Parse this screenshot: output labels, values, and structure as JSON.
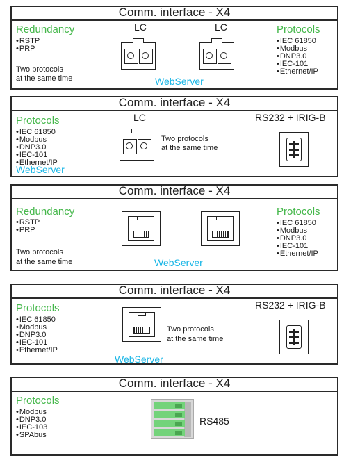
{
  "panels": [
    {
      "title": "Comm. interface - X4",
      "left_header": "Redundancy",
      "left_items": [
        "RSTP",
        "PRP"
      ],
      "left_note": [
        "Two protocols",
        "at the same time"
      ],
      "connector_labels": [
        "LC",
        "LC"
      ],
      "webserver": "WebServer",
      "right_header": "Protocols",
      "right_items": [
        "IEC 61850",
        "Modbus",
        "DNP3.0",
        "IEC-101",
        "Ethernet/IP"
      ]
    },
    {
      "title": "Comm. interface - X4",
      "left_header": "Protocols",
      "left_items": [
        "IEC 61850",
        "Modbus",
        "DNP3.0",
        "IEC-101",
        "Ethernet/IP"
      ],
      "connector_label": "LC",
      "note": [
        "Two protocols",
        "at the same time"
      ],
      "webserver": "WebServer",
      "right_label": "RS232 + IRIG-B"
    },
    {
      "title": "Comm. interface - X4",
      "left_header": "Redundancy",
      "left_items": [
        "RSTP",
        "PRP"
      ],
      "left_note": [
        "Two protocols",
        "at the same time"
      ],
      "webserver": "WebServer",
      "right_header": "Protocols",
      "right_items": [
        "IEC 61850",
        "Modbus",
        "DNP3.0",
        "IEC-101",
        "Ethernet/IP"
      ]
    },
    {
      "title": "Comm. interface - X4",
      "left_header": "Protocols",
      "left_items": [
        "IEC 61850",
        "Modbus",
        "DNP3.0",
        "IEC-101",
        "Ethernet/IP"
      ],
      "note": [
        "Two protocols",
        "at the same time"
      ],
      "webserver": "WebServer",
      "right_label": "RS232 + IRIG-B"
    },
    {
      "title": "Comm. interface - X4",
      "left_header": "Protocols",
      "left_items": [
        "Modbus",
        "DNP3.0",
        "IEC-103",
        "SPAbus"
      ],
      "connector_label": "RS485"
    }
  ],
  "colors": {
    "green": "#44b74a",
    "cyan": "#19b6e6",
    "border": "#2a2a2a"
  }
}
